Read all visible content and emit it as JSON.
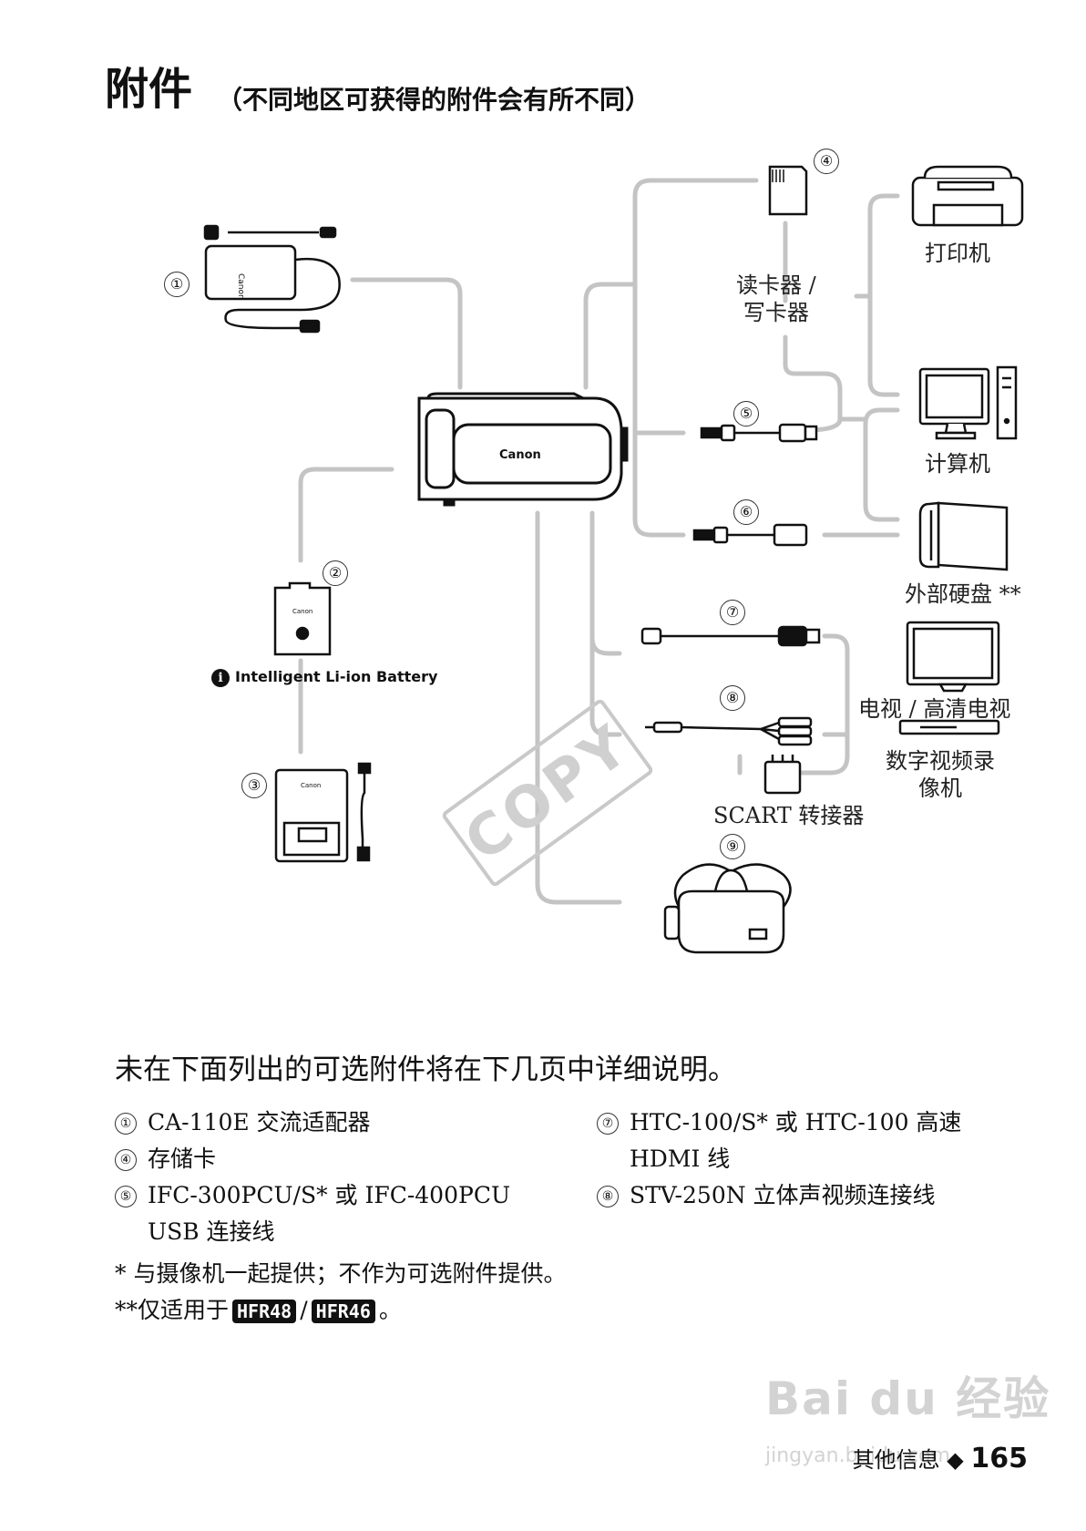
{
  "title": "附件",
  "subtitle": "（不同地区可获得的附件会有所不同）",
  "diagram": {
    "camera_brand": "Canon",
    "battery_name": "Intelligent Li-ion Battery",
    "numbers": [
      "①",
      "②",
      "③",
      "④",
      "⑤",
      "⑥",
      "⑦",
      "⑧",
      "⑨"
    ],
    "labels": {
      "card_reader": "读卡器 /\n写卡器",
      "printer": "打印机",
      "computer": "计算机",
      "external_hdd": "外部硬盘 **",
      "tv": "电视 / 高清电视",
      "dvr": "数字视频录\n像机",
      "scart": "SCART 转接器"
    },
    "stamp": "COPY"
  },
  "intro": "未在下面列出的可选附件将在下几页中详细说明。",
  "accessories": [
    {
      "num": "①",
      "text": "CA-110E 交流适配器"
    },
    {
      "num": "④",
      "text": "存储卡"
    },
    {
      "num": "⑤",
      "text": "IFC-300PCU/S* 或 IFC-400PCU",
      "text2": "USB 连接线"
    },
    {
      "num": "⑦",
      "text": "HTC-100/S* 或 HTC-100 高速",
      "text2": "HDMI 线"
    },
    {
      "num": "⑧",
      "text": "STV-250N 立体声视频连接线"
    }
  ],
  "notes": {
    "star": "* 与摄像机一起提供；不作为可选附件提供。",
    "double_star_prefix": "**仅适用于",
    "models": [
      "HFR48",
      "HFR46"
    ],
    "separator": "/",
    "suffix": "。"
  },
  "footer": {
    "section": "其他信息",
    "bullet": "◆",
    "page": "165"
  },
  "watermark": {
    "line1": "Bai du 经验",
    "line2": "jingyan.baidu.com"
  }
}
